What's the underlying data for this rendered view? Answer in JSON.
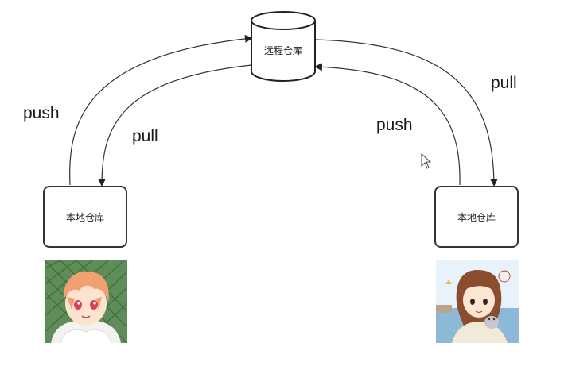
{
  "remote_repo": {
    "label": "远程仓库"
  },
  "local_repo_left": {
    "label": "本地仓库"
  },
  "local_repo_right": {
    "label": "本地仓库"
  },
  "arrows": {
    "left_push": "push",
    "left_pull": "pull",
    "right_push": "push",
    "right_pull": "pull"
  },
  "icons": {
    "cursor": "mouse-pointer-icon",
    "left_avatar": "boy-anime-avatar",
    "right_avatar": "girl-anime-avatar"
  }
}
